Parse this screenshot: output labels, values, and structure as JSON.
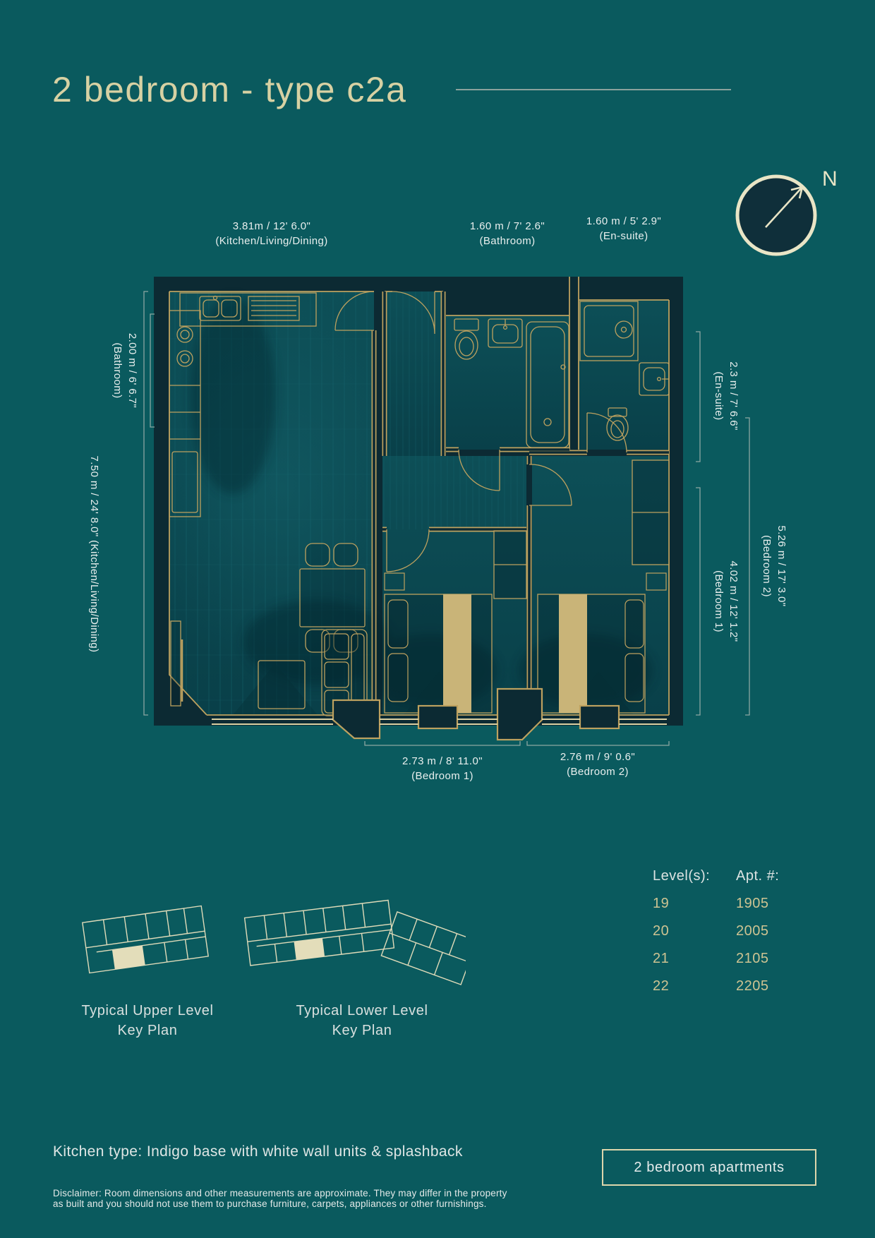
{
  "header": {
    "title": "2 bedroom - type c2a"
  },
  "compass": {
    "north_label": "N"
  },
  "plan_labels": {
    "top": [
      {
        "dim": "3.81m / 12' 6.0\"",
        "room": "(Kitchen/Living/Dining)"
      },
      {
        "dim": "1.60 m / 7' 2.6\"",
        "room": "(Bathroom)"
      },
      {
        "dim": "1.60 m / 5' 2.9\"",
        "room": "(En-suite)"
      }
    ],
    "left": [
      {
        "dim": "2.00 m / 6' 6.7\"",
        "room": "(Bathroom)"
      },
      {
        "dim": "7.50 m / 24' 8.0\" (Kitchen/Living/Dining)",
        "room": ""
      }
    ],
    "right": [
      {
        "dim": "2.3 m / 7' 6.6\"",
        "room": "(En-suite)"
      },
      {
        "dim": "5.26 m / 17' 3.0\"",
        "room": "(Bedroom 2)"
      },
      {
        "dim": "4.02 m / 12' 1.2\"",
        "room": "(Bedroom 1)"
      }
    ],
    "bottom": [
      {
        "dim": "2.73 m / 8' 11.0\"",
        "room": "(Bedroom 1)"
      },
      {
        "dim": "2.76 m / 9' 0.6\"",
        "room": "(Bedroom 2)"
      }
    ]
  },
  "key_plans": [
    {
      "line1": "Typical Upper Level",
      "line2": "Key Plan"
    },
    {
      "line1": "Typical Lower Level",
      "line2": "Key Plan"
    }
  ],
  "levels_table": {
    "header_level": "Level(s):",
    "header_apt": "Apt. #:",
    "rows": [
      {
        "level": "19",
        "apt": "1905"
      },
      {
        "level": "20",
        "apt": "2005"
      },
      {
        "level": "21",
        "apt": "2105"
      },
      {
        "level": "22",
        "apt": "2205"
      }
    ]
  },
  "footer": {
    "kitchen_note": "Kitchen type: Indigo base with white wall units & splashback",
    "disclaimer_line1": "Disclaimer: Room dimensions and other measurements are approximate. They may differ in the property",
    "disclaimer_line2": "as built and you should not use them to purchase furniture, carpets, appliances or other furnishings.",
    "apartments_button": "2 bedroom apartments"
  }
}
